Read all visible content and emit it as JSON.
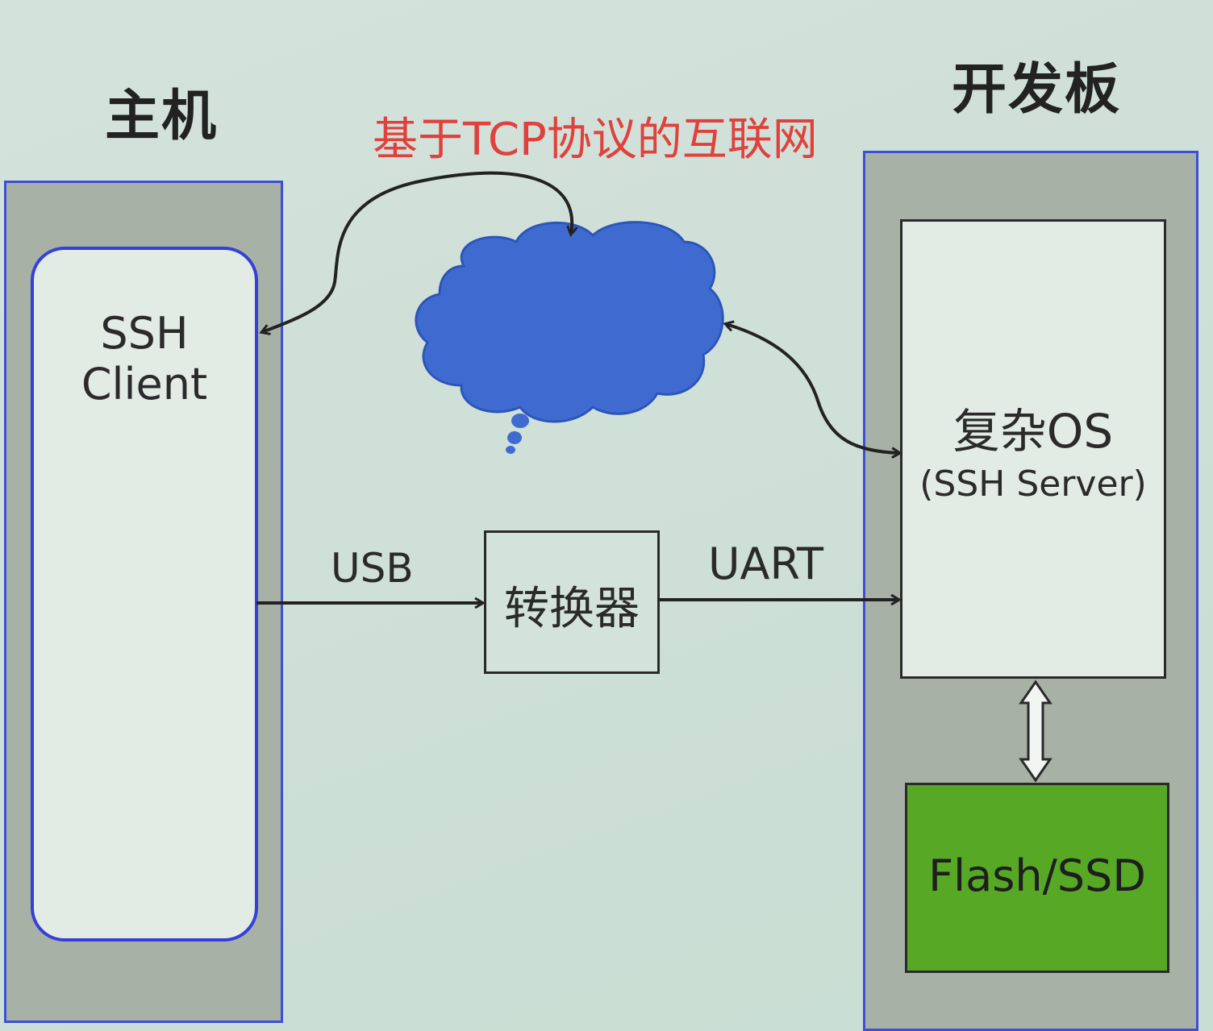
{
  "titles": {
    "host": "主机",
    "board": "开发板",
    "network": "基于TCP协议的互联网"
  },
  "host": {
    "client_label": "SSH Client"
  },
  "board": {
    "os_label": "复杂OS",
    "os_sublabel": "(SSH Server)",
    "storage_label": "Flash/SSD"
  },
  "links": {
    "converter_label": "转换器",
    "usb_label": "USB",
    "uart_label": "UART"
  },
  "colors": {
    "panel_border": "#3d4fd6",
    "cloud": "#3f6bd1",
    "network_label": "#e0413c",
    "storage": "#56a825"
  },
  "icons": [
    "cloud-icon"
  ]
}
